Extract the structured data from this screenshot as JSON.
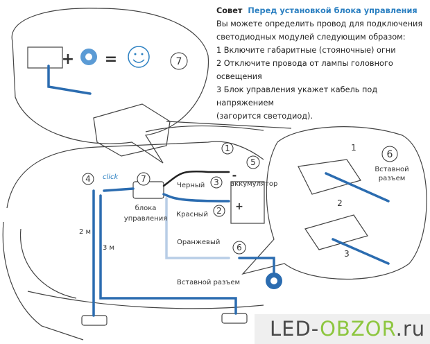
{
  "tip": {
    "heading": "Совет",
    "title": "Перед установкой блока управления",
    "lines": [
      "Вы можете определить провод для подключения",
      "светодиодных модулей следующим образом:",
      "1 Включите габаритные (стояночные) огни",
      "2 Отключите провода от лампы головного",
      "освещения",
      "3 Блок управления укажет кабель под напряжением",
      "(загорится светодиод)."
    ]
  },
  "labels": {
    "plus": "+",
    "equals": "=",
    "click": "click",
    "black": "Черный",
    "red": "Красный",
    "orange": "Оранжевый",
    "battery": "аккумулятор",
    "control_unit": [
      "блока",
      "управления"
    ],
    "connector": "Вставной разъем",
    "connector_inset": [
      "Вставной",
      "разъем"
    ],
    "len_2m": "2 м",
    "len_3m": "3 м",
    "minus": "-",
    "battery_plus": "+"
  },
  "callouts": [
    "1",
    "2",
    "3",
    "4",
    "5",
    "6",
    "7"
  ],
  "inset_steps": [
    "1",
    "2",
    "3"
  ],
  "watermark": {
    "part1": "LED-",
    "part2": "OBZOR",
    "part3": ".ru"
  },
  "colors": {
    "wire_blue": "#2b6cb0",
    "wire_light": "#b8cde6",
    "accent": "#2a7fc1",
    "watermark_green": "#8dc63f"
  }
}
